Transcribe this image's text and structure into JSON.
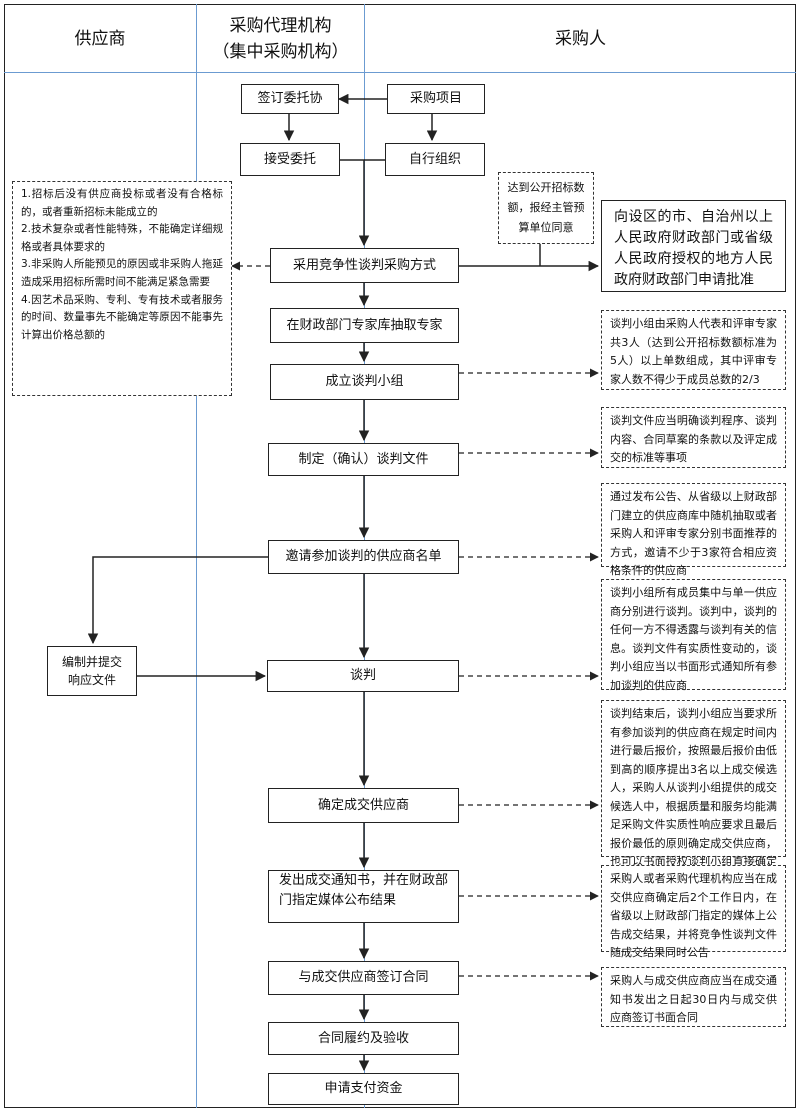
{
  "lanes": {
    "supplier": "供应商",
    "agency_line1": "采购代理机构",
    "agency_line2": "（集中采购机构）",
    "purchaser": "采购人"
  },
  "steps": {
    "sign_entrust": "签订委托协",
    "purchase_project": "采购项目",
    "accept_entrust": "接受委托",
    "self_organize": "自行组织",
    "adopt_method": "采用竞争性谈判采购方式",
    "extract_experts": "在财政部门专家库抽取专家",
    "form_group": "成立谈判小组",
    "make_document": "制定（确认）谈判文件",
    "invite_list": "邀请参加谈判的供应商名单",
    "prepare_response_line1": "编制并提交",
    "prepare_response_line2": "响应文件",
    "negotiate": "谈判",
    "confirm_supplier": "确定成交供应商",
    "issue_notice_line1": "发出成交通知书，并在财政部",
    "issue_notice_line2": "门指定媒体公布结果",
    "sign_contract": "与成交供应商签订合同",
    "perform_contract": "合同履约及验收",
    "apply_payment": "申请支付资金"
  },
  "notes": {
    "conditions": [
      "1.招标后没有供应商投标或者没有合格标的，或者重新招标未能成立的",
      "2.技术复杂或者性能特殊，不能确定详细规格或者具体要求的",
      "3.非采购人所能预见的原因或非采购人拖延造成采用招标所需时间不能满足紧急需要",
      "4.因艺术品采购、专利、专有技术或者服务的时间、数量事先不能确定等原因不能事先计算出价格总额的"
    ],
    "threshold": "达到公开招标数额，报经主管预算单位同意",
    "approval": "向设区的市、自治州以上人民政府财政部门或省级人民政府授权的地方人民政府财政部门申请批准",
    "group_composition": "谈判小组由采购人代表和评审专家共3人（达到公开招标数额标准为5人）以上单数组成，其中评审专家人数不得少于成员总数的2/3",
    "document_content": "谈判文件应当明确谈判程序、谈判内容、合同草案的条款以及评定成交的标准等事项",
    "invite_method": "通过发布公告、从省级以上财政部门建立的供应商库中随机抽取或者采购人和评审专家分别书面推荐的方式，邀请不少于3家符合相应资格条件的供应商",
    "negotiation_rules": "谈判小组所有成员集中与单一供应商分别进行谈判。谈判中，谈判的任何一方不得透露与谈判有关的信息。谈判文件有实质性变动的，谈判小组应当以书面形式通知所有参加谈判的供应商",
    "confirm_rules": "谈判结束后，谈判小组应当要求所有参加谈判的供应商在规定时间内进行最后报价，按照最后报价由低到高的顺序提出3名以上成交候选人，采购人从谈判小组提供的成交候选人中，根据质量和服务均能满足采购文件实质性响应要求且最后报价最低的原则确定成交供应商，也可以书面授权谈判小组直接确定成交供应商",
    "notice_rules": "采购人或者采购代理机构应当在成交供应商确定后2个工作日内，在省级以上财政部门指定的媒体上公告成交结果，并将竞争性谈判文件随成交结果同时公告",
    "contract_rules": "采购人与成交供应商应当在成交通知书发出之日起30日内与成交供应商签订书面合同"
  },
  "colors": {
    "lane_divider": "#6b9bd1",
    "box_border": "#222222",
    "arrow": "#222222"
  }
}
